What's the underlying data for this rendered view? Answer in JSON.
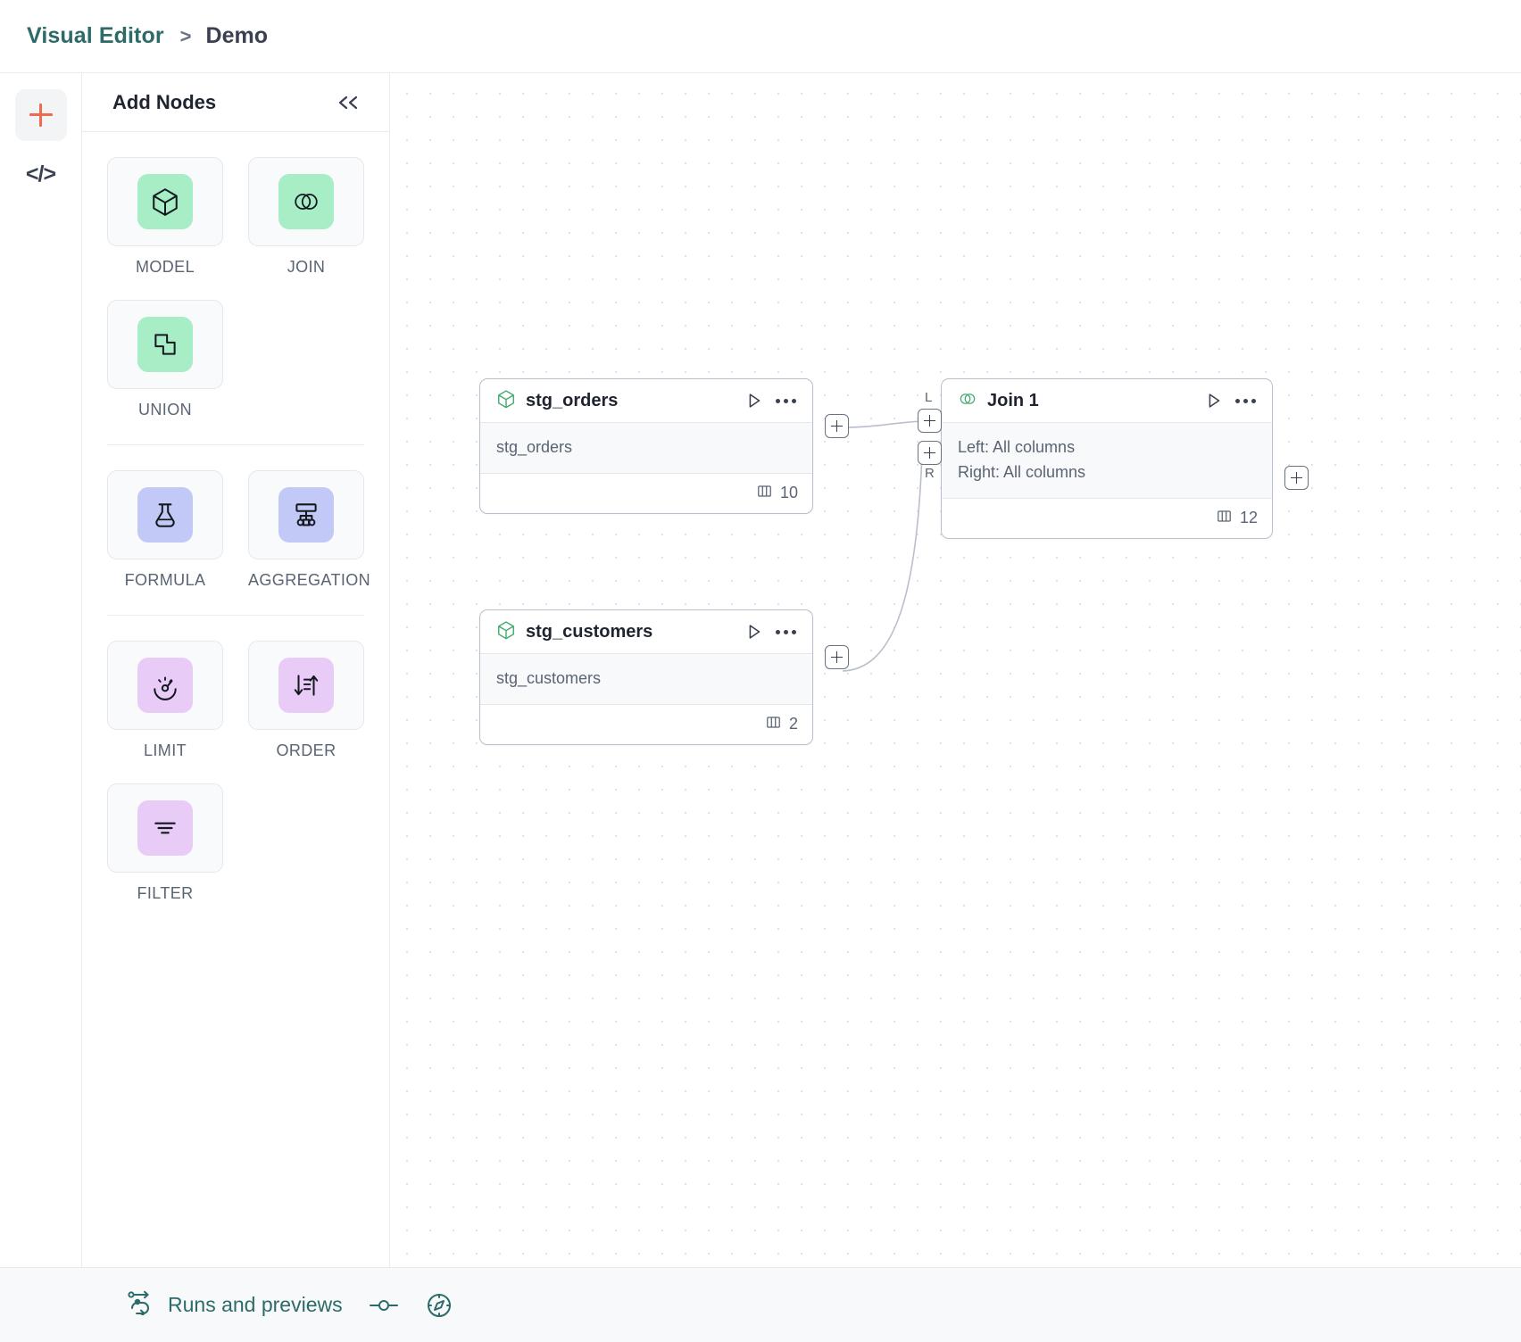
{
  "header": {
    "breadcrumb_root": "Visual Editor",
    "breadcrumb_separator": ">",
    "breadcrumb_current": "Demo"
  },
  "rail": {
    "add_icon": "plus-icon",
    "code_icon": "code-icon",
    "code_label": "</>"
  },
  "panel": {
    "title": "Add Nodes",
    "collapse_icon": "chevron-double-left-icon",
    "groups": [
      {
        "name": "sources",
        "items": [
          {
            "label": "MODEL",
            "icon": "cube-icon",
            "color": "#a7edc5"
          },
          {
            "label": "JOIN",
            "icon": "venn-icon",
            "color": "#a7edc5"
          },
          {
            "label": "UNION",
            "icon": "union-shapes-icon",
            "color": "#a7edc5"
          }
        ]
      },
      {
        "name": "transforms",
        "items": [
          {
            "label": "FORMULA",
            "icon": "flask-icon",
            "color": "#c3c9f7"
          },
          {
            "label": "AGGREGATION",
            "icon": "aggregation-tree-icon",
            "color": "#c3c9f7"
          }
        ]
      },
      {
        "name": "refine",
        "items": [
          {
            "label": "LIMIT",
            "icon": "gauge-icon",
            "color": "#e8ccf7"
          },
          {
            "label": "ORDER",
            "icon": "sort-icon",
            "color": "#e8ccf7"
          },
          {
            "label": "FILTER",
            "icon": "filter-lines-icon",
            "color": "#e8ccf7"
          }
        ]
      }
    ]
  },
  "canvas": {
    "nodes": [
      {
        "id": "stg_orders",
        "title": "stg_orders",
        "icon": "cube-icon",
        "body_lines": [
          "stg_orders"
        ],
        "column_count": "10",
        "columns_icon": "columns-icon",
        "run_icon": "play-icon",
        "menu_icon": "more-horizontal-icon"
      },
      {
        "id": "join_1",
        "title": "Join 1",
        "icon": "venn-icon",
        "body_lines": [
          "Left: All columns",
          "Right: All columns"
        ],
        "column_count": "12",
        "columns_icon": "columns-icon",
        "run_icon": "play-icon",
        "menu_icon": "more-horizontal-icon"
      },
      {
        "id": "stg_customers",
        "title": "stg_customers",
        "icon": "cube-icon",
        "body_lines": [
          "stg_customers"
        ],
        "column_count": "2",
        "columns_icon": "columns-icon",
        "run_icon": "play-icon",
        "menu_icon": "more-horizontal-icon"
      }
    ],
    "port_labels": {
      "left": "L",
      "right": "R"
    }
  },
  "bottombar": {
    "runs_label": "Runs and previews",
    "runs_icon": "runs-flow-icon",
    "toggle_icon": "slider-toggle-icon",
    "compass_icon": "compass-icon"
  },
  "colors": {
    "accent_teal": "#2d6a6a",
    "accent_orange": "#ef6b4f",
    "node_green": "#3fa96b"
  }
}
